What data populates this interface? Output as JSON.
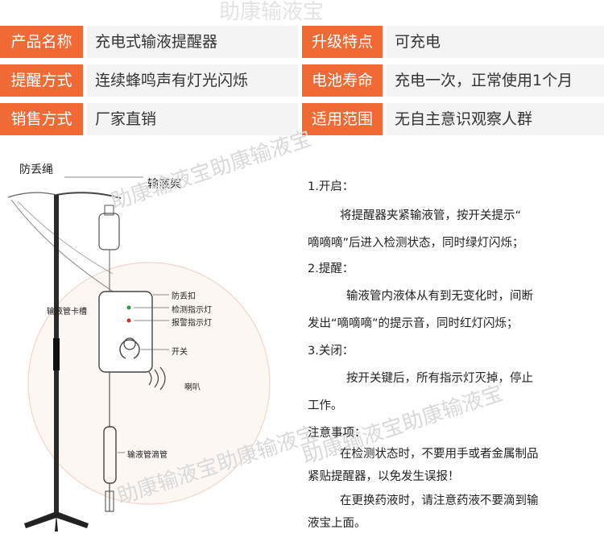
{
  "specs": [
    {
      "left_label": "产品名称",
      "left_value": "充电式输液提醒器",
      "right_label": "升级特点",
      "right_value": "可充电"
    },
    {
      "left_label": "提醒方式",
      "left_value": "连续蜂鸣声有灯光闪烁",
      "right_label": "电池寿命",
      "right_value": "充电一次，正常使用1个月"
    },
    {
      "left_label": "销售方式",
      "left_value": "厂家直销",
      "right_label": "适用范围",
      "right_value": "无自主意识观察人群"
    }
  ],
  "watermarks": {
    "top": "助康输液宝",
    "mid": "助康输液宝助康输液宝",
    "lower": "助康输液宝助康输液宝",
    "bottom": "助康输液宝助康输液宝"
  },
  "diagram": {
    "labels": {
      "anti_loss_rope": "防丢绳",
      "iv_stand": "输液架",
      "anti_loss_buckle": "防丢扣",
      "detect_led": "检测指示灯",
      "alarm_led": "报警指示灯",
      "tube_slot": "输液管卡槽",
      "switch": "开关",
      "speaker": "喇叭",
      "drip_chamber": "输液管滴管"
    }
  },
  "instructions": {
    "lines": [
      "1.开启：",
      "将提醒器夹紧输液管，按开关提示“",
      "嘀嘀嘀”后进入检测状态，同时绿灯闪烁；",
      "2.提醒：",
      "输液管内液体从有到无变化时，间断",
      "发出“嘀嘀嘀”的提示音，同时红灯闪烁；",
      "3.关闭：",
      "按开关键后，所有指示灯灭掉，停止",
      "工作。",
      "注意事项：",
      "在检测状态时，不要用手或者金属制品",
      "紧贴提醒器，以免发生误报！",
      "在更换药液时，请注意药液不要滴到输",
      "液宝上面。"
    ]
  },
  "colors": {
    "accent": "#ef6a35",
    "value_bg": "#f4f4f4",
    "green_led": "#2e9e3a",
    "red_led": "#d22b2b"
  }
}
